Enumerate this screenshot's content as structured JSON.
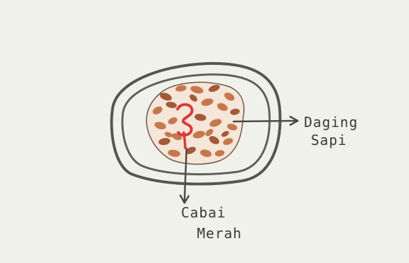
{
  "diagram": {
    "labels": [
      {
        "id": "daging",
        "lines": [
          "Daging",
          "Sapi"
        ]
      },
      {
        "id": "cabai",
        "lines": [
          "Cabai",
          "Merah"
        ]
      }
    ],
    "colors": {
      "paper": "#f1f1ec",
      "outline": "#545650",
      "meat": "#c26a3c",
      "meat_dark": "#9b4a26",
      "chili": "#e0353a",
      "text": "#3c3a35"
    }
  }
}
